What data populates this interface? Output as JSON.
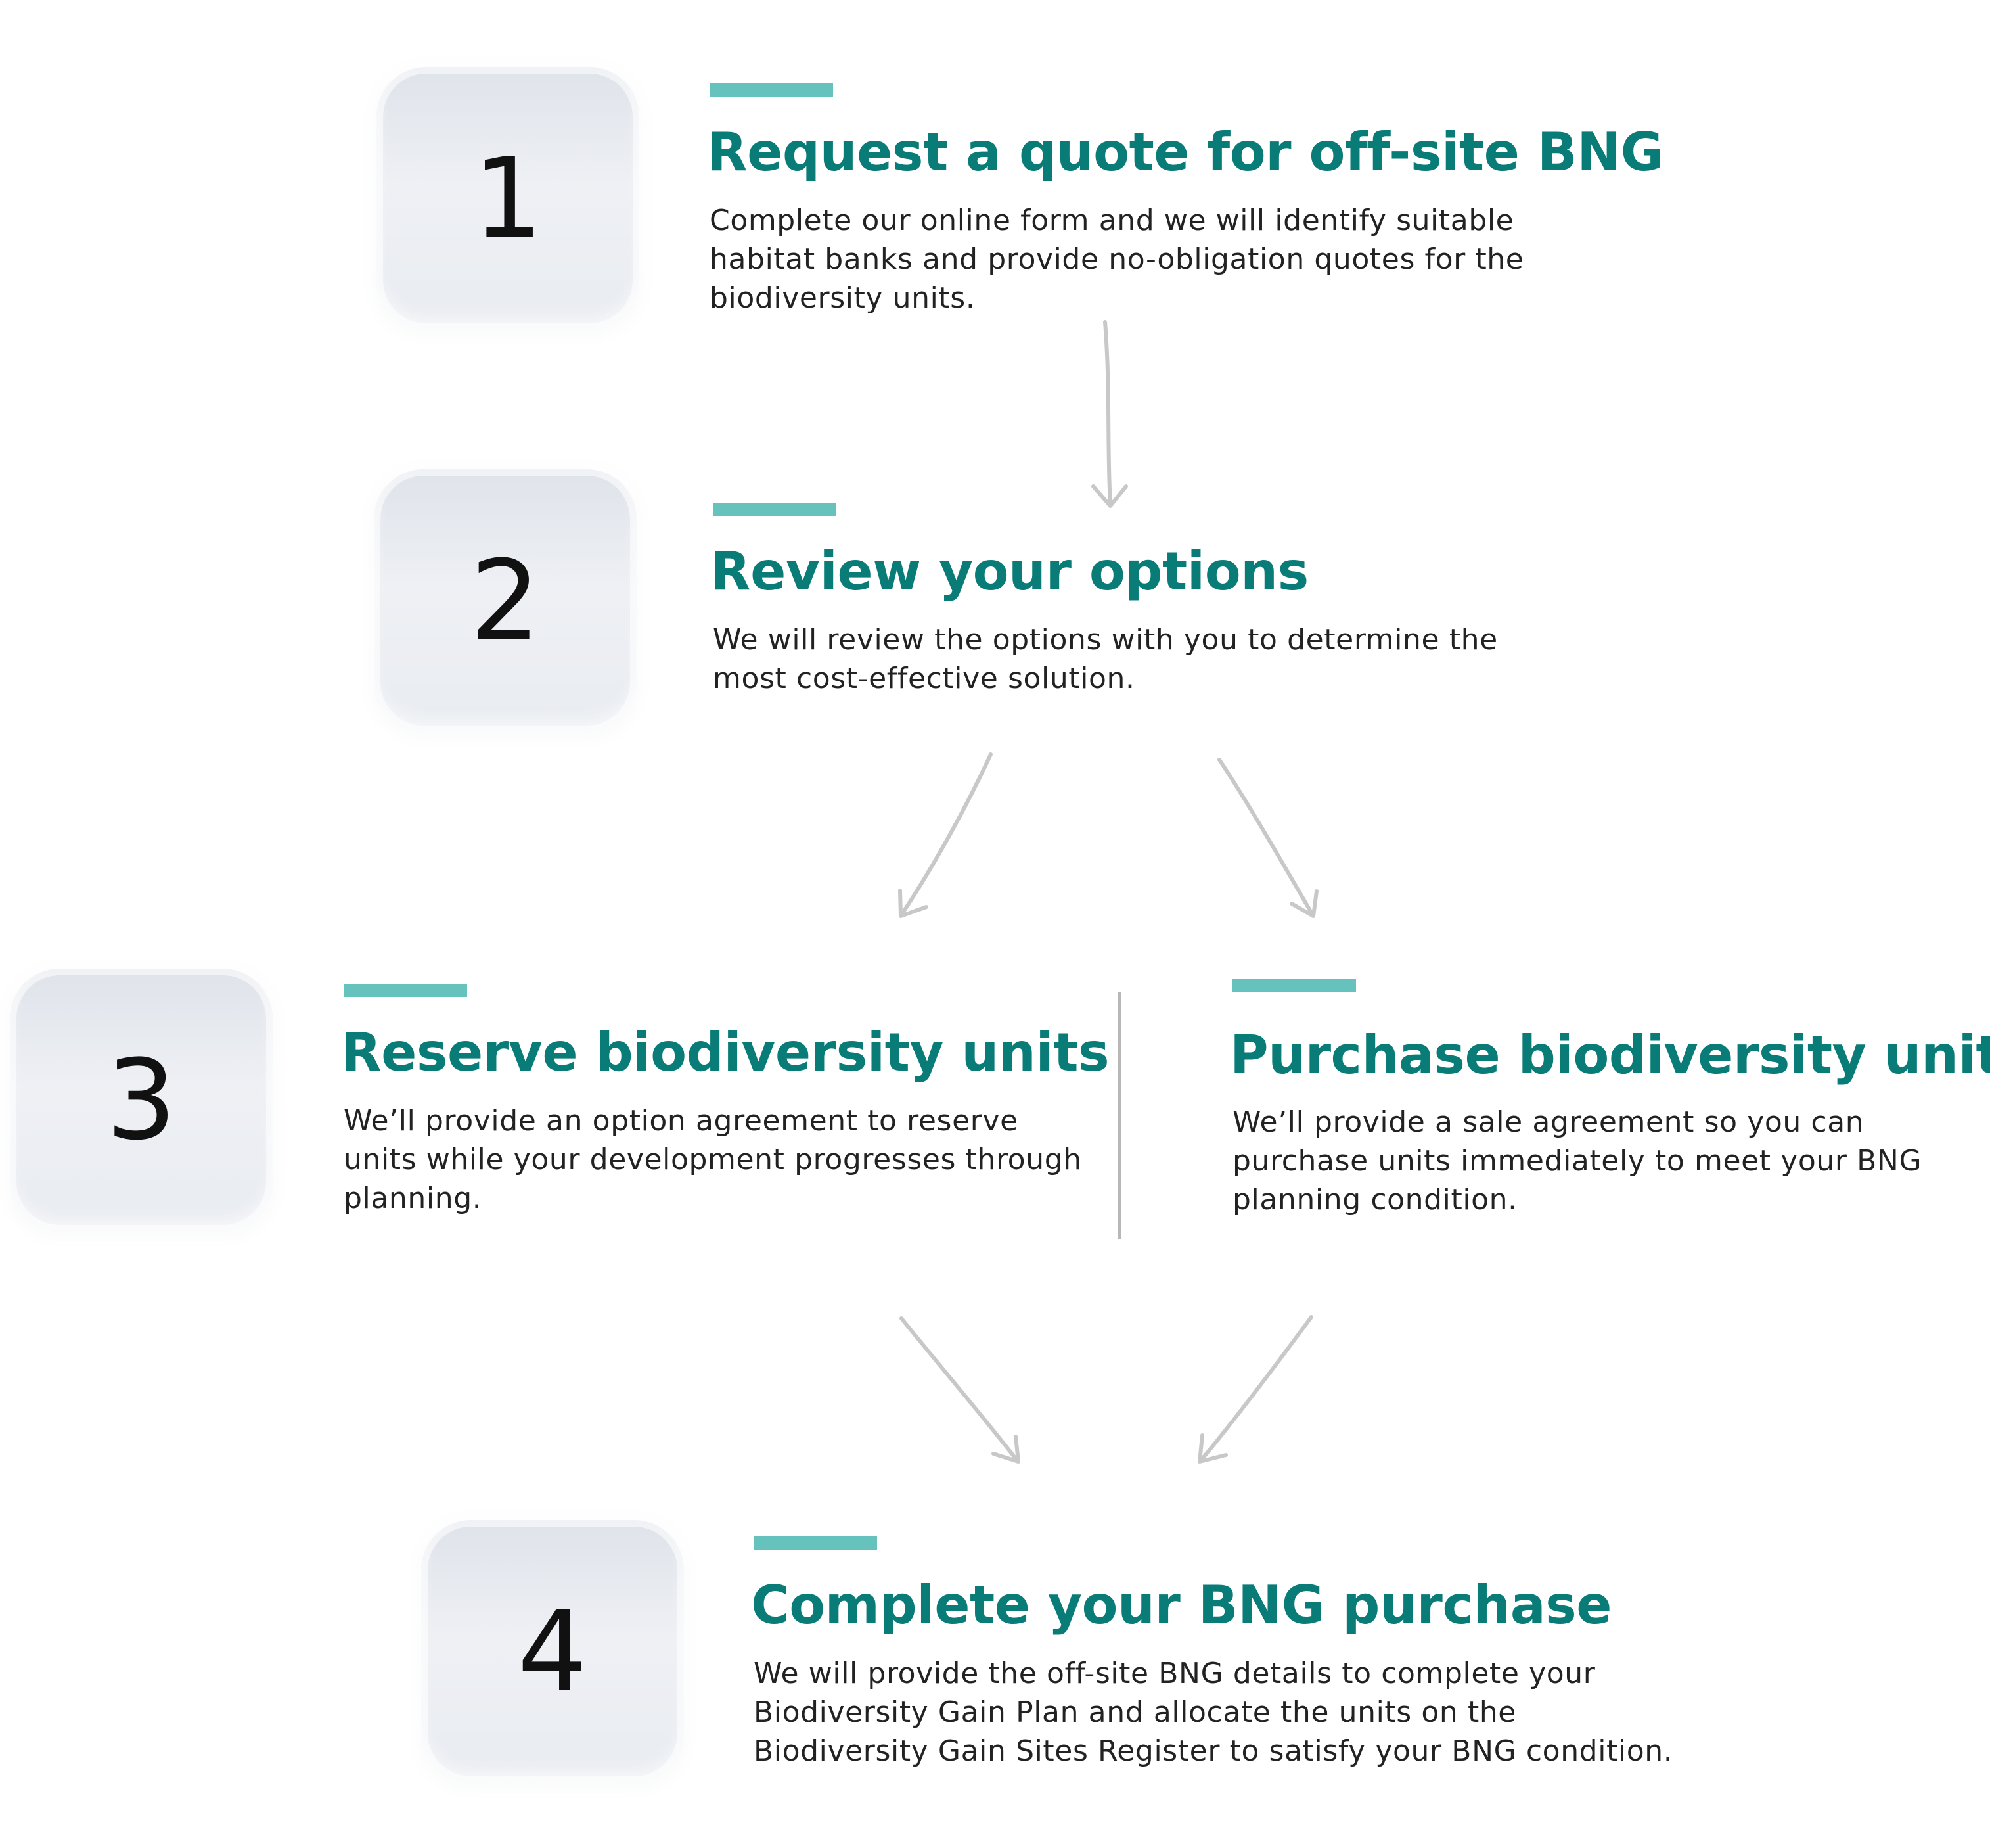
{
  "colors": {
    "accent_bar": "#66c2bc",
    "title_teal": "#0a7c78",
    "body_text": "#222222",
    "box_fill": "#eceef2",
    "arrow": "#c8c8c8",
    "divider": "#b8b8b8"
  },
  "steps": [
    {
      "number": "1",
      "title": "Request a quote for off-site BNG",
      "description": "Complete our online form and we will identify suitable habitat banks and provide no-obligation quotes for the biodiversity units."
    },
    {
      "number": "2",
      "title": "Review your options",
      "description": "We will review the options with you to determine the most cost-effective solution."
    },
    {
      "number": "3",
      "title": "Reserve biodiversity units",
      "description": "We’ll provide an option agreement to reserve units while your development progresses through planning."
    },
    {
      "number": "",
      "title": "Purchase biodiversity units",
      "description": "We’ll provide a sale agreement so you can purchase units immediately to meet your BNG planning condition."
    },
    {
      "number": "4",
      "title": "Complete your BNG purchase",
      "description": "We will provide the off-site BNG details to complete your Biodiversity Gain Plan and allocate the units on the Biodiversity Gain Sites Register to satisfy your BNG condition."
    }
  ],
  "flow": [
    {
      "from": "steps.0",
      "to": "steps.1"
    },
    {
      "from": "steps.1",
      "to": "steps.2"
    },
    {
      "from": "steps.1",
      "to": "steps.3"
    },
    {
      "from": "steps.2",
      "to": "steps.4"
    },
    {
      "from": "steps.3",
      "to": "steps.4"
    }
  ]
}
